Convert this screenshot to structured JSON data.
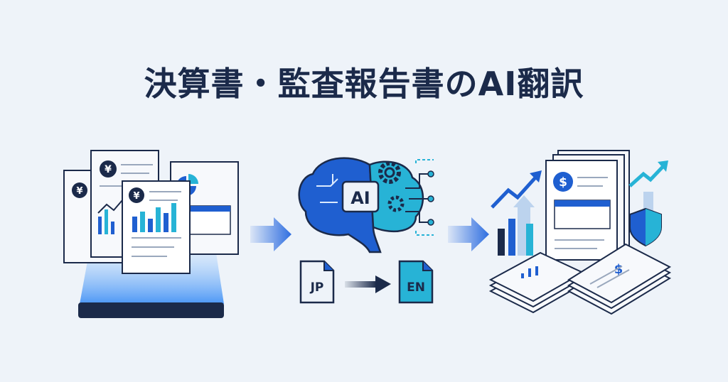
{
  "title": "決算書・監査報告書のAI翻訳",
  "source_docs": {
    "currency_symbol": "¥"
  },
  "ai": {
    "label": "AI"
  },
  "translation": {
    "from": "JP",
    "to": "EN"
  },
  "output_docs": {
    "currency_symbol": "$"
  },
  "colors": {
    "navy": "#1b2a4a",
    "blue": "#1f5fd0",
    "cyan": "#27b3d6",
    "background": "#eef3f9"
  }
}
